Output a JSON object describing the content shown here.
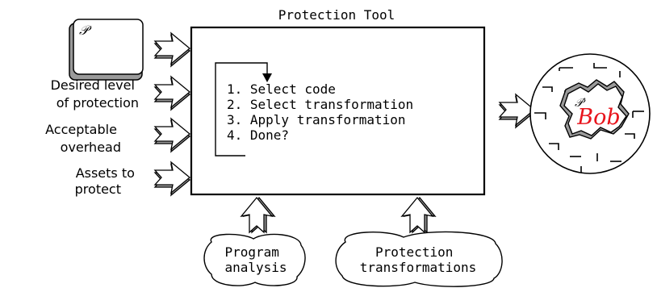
{
  "tool": {
    "title": "Protection Tool",
    "steps": [
      "1. Select code",
      "2. Select transformation",
      "3. Apply transformation",
      "4. Done?"
    ]
  },
  "inputs": {
    "program_symbol": "𝒫",
    "desired_level": [
      "Desired level",
      "of protection"
    ],
    "acceptable_overhead": [
      "Acceptable",
      "overhead"
    ],
    "assets": [
      "Assets to",
      "protect"
    ]
  },
  "bottom_inputs": {
    "program_analysis": [
      "Program",
      "analysis"
    ],
    "protection_transformations": [
      "Protection",
      "transformations"
    ]
  },
  "output": {
    "program_symbol": "𝒫′",
    "attacker": "Bob",
    "attacker_color": "#e8141c"
  }
}
